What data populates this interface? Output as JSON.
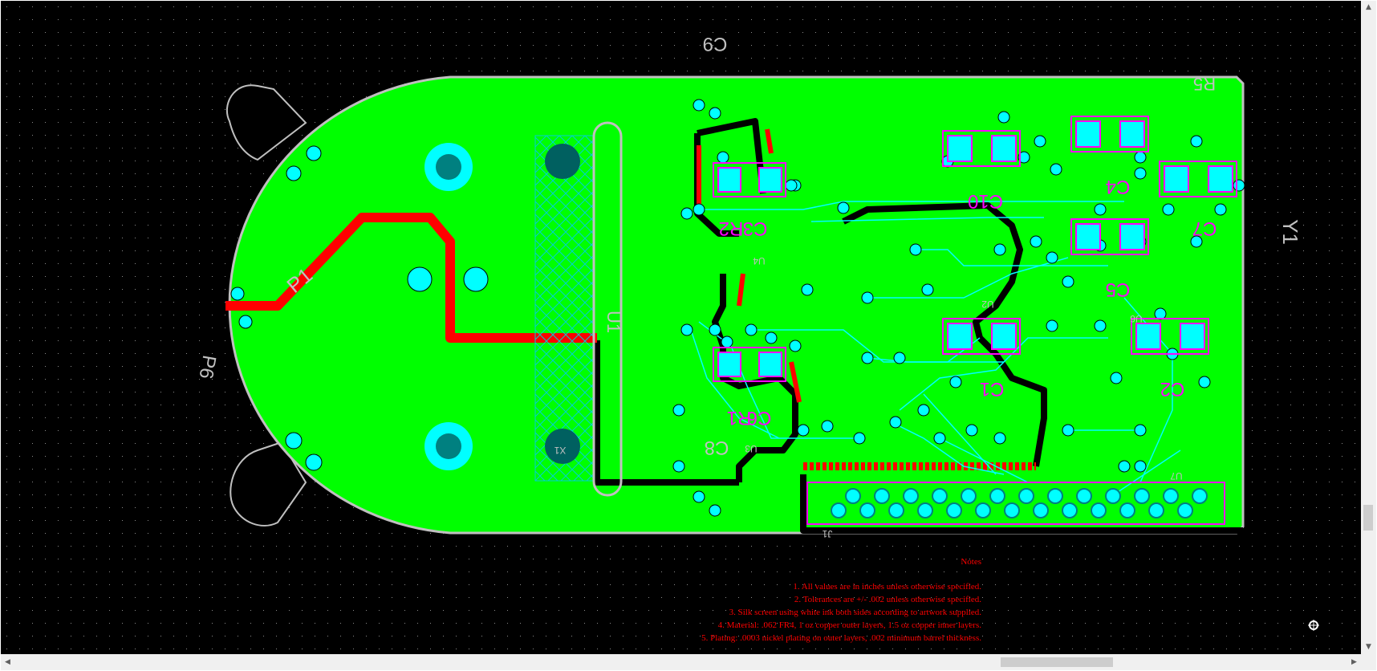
{
  "designators": {
    "c9": "C9",
    "r5": "R5",
    "y1": "Y1",
    "c4": "C4",
    "c7": "C7",
    "c10": "C10",
    "c3": "C3",
    "r2": "R2",
    "u4": "U4",
    "u2": "U2",
    "u6": "U6",
    "c5": "C5",
    "c2": "C2",
    "c1": "C1",
    "c6": "C6",
    "r1": "R1",
    "c8": "C8",
    "u3": "U3",
    "u7": "U7",
    "j1": "J1",
    "x1": "X1",
    "u1": "U1",
    "p1": "P1",
    "p6": "P6"
  },
  "notes": {
    "title": "Notes",
    "lines": [
      "1.   All values are in inches unless otherwise specified.",
      "2.   Tolerances are +/- .002 unless otherwise specified.",
      "3.   Silk screen using white ink both sides according to artwork supplied.",
      "4.   Material: .062 FR4, 1 oz copper outer layers, 1.5 oz copper inner layers.",
      "5.   Plating: .0003 nickel plating on outer layers, .002 minimum barrel thickness."
    ]
  },
  "scrollbars": {
    "up": "▲",
    "down": "▼",
    "left": "◀",
    "right": "▶"
  },
  "colors": {
    "background": "#000000",
    "board_fill": "#00ff00",
    "board_outline": "#c0c0c0",
    "top_copper": "#ff0000",
    "bottom_copper": "#000000",
    "signal_trace": "#00ffff",
    "pad": "#00ffff",
    "overlay": "#ff00ff",
    "notes_text": "#ff0000"
  }
}
